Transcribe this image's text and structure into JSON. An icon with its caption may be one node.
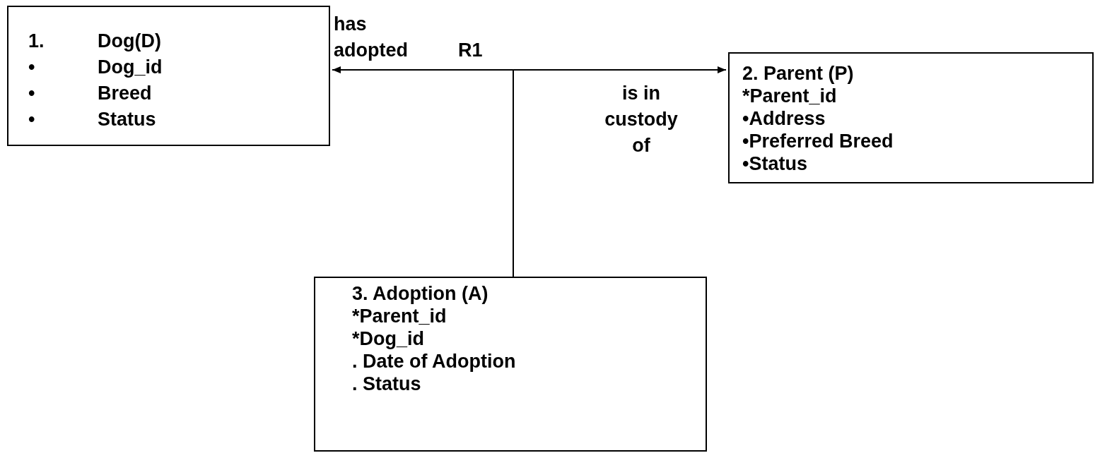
{
  "diagram": {
    "nodes": [
      {
        "text": [
          "1.\tDog(D)",
          "•\tDog_id",
          "•\tBreed",
          "•\tStatus"
        ]
      },
      {
        "text": [
          "2. Parent (P)",
          "*Parent_id",
          "•Address",
          "•Preferred Breed",
          "•Status"
        ]
      },
      {
        "text": [
          "3. Adoption (A)",
          "*Parent_id",
          "*Dog_id",
          ". Date of Adoption",
          ". Status"
        ]
      }
    ],
    "edges": [
      {
        "from": 2,
        "to": 0,
        "arrow": "to",
        "label": "has adopted"
      },
      {
        "from": 2,
        "to": 1,
        "arrow": "to",
        "label": "is in custody of"
      }
    ],
    "labels": [
      "R1"
    ]
  }
}
